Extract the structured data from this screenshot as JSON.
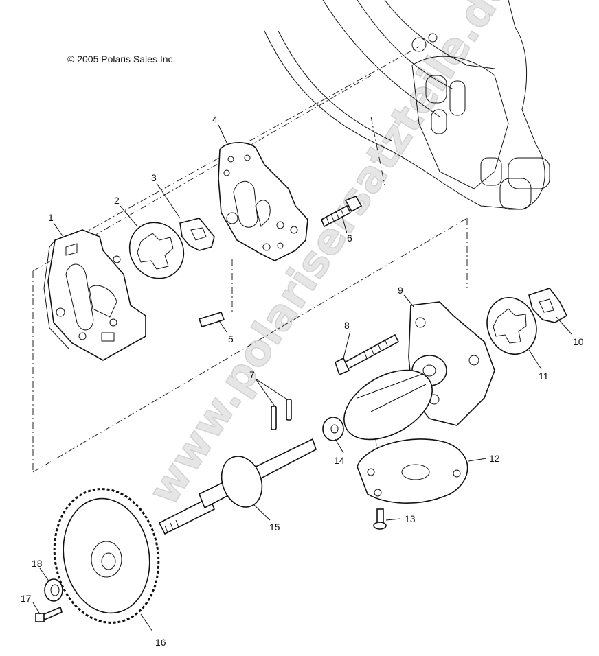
{
  "copyright": "© 2005 Polaris Sales Inc.",
  "watermark": "www.polarisersatzteile.de",
  "callouts": [
    {
      "id": "1",
      "label": "1"
    },
    {
      "id": "2",
      "label": "2"
    },
    {
      "id": "3",
      "label": "3"
    },
    {
      "id": "4",
      "label": "4"
    },
    {
      "id": "5",
      "label": "5"
    },
    {
      "id": "6",
      "label": "6"
    },
    {
      "id": "7",
      "label": "7"
    },
    {
      "id": "8",
      "label": "8"
    },
    {
      "id": "9",
      "label": "9"
    },
    {
      "id": "10",
      "label": "10"
    },
    {
      "id": "11",
      "label": "11"
    },
    {
      "id": "12",
      "label": "12"
    },
    {
      "id": "13",
      "label": "13"
    },
    {
      "id": "14",
      "label": "14"
    },
    {
      "id": "15",
      "label": "15"
    },
    {
      "id": "16",
      "label": "16"
    },
    {
      "id": "17",
      "label": "17"
    },
    {
      "id": "18",
      "label": "18"
    }
  ]
}
